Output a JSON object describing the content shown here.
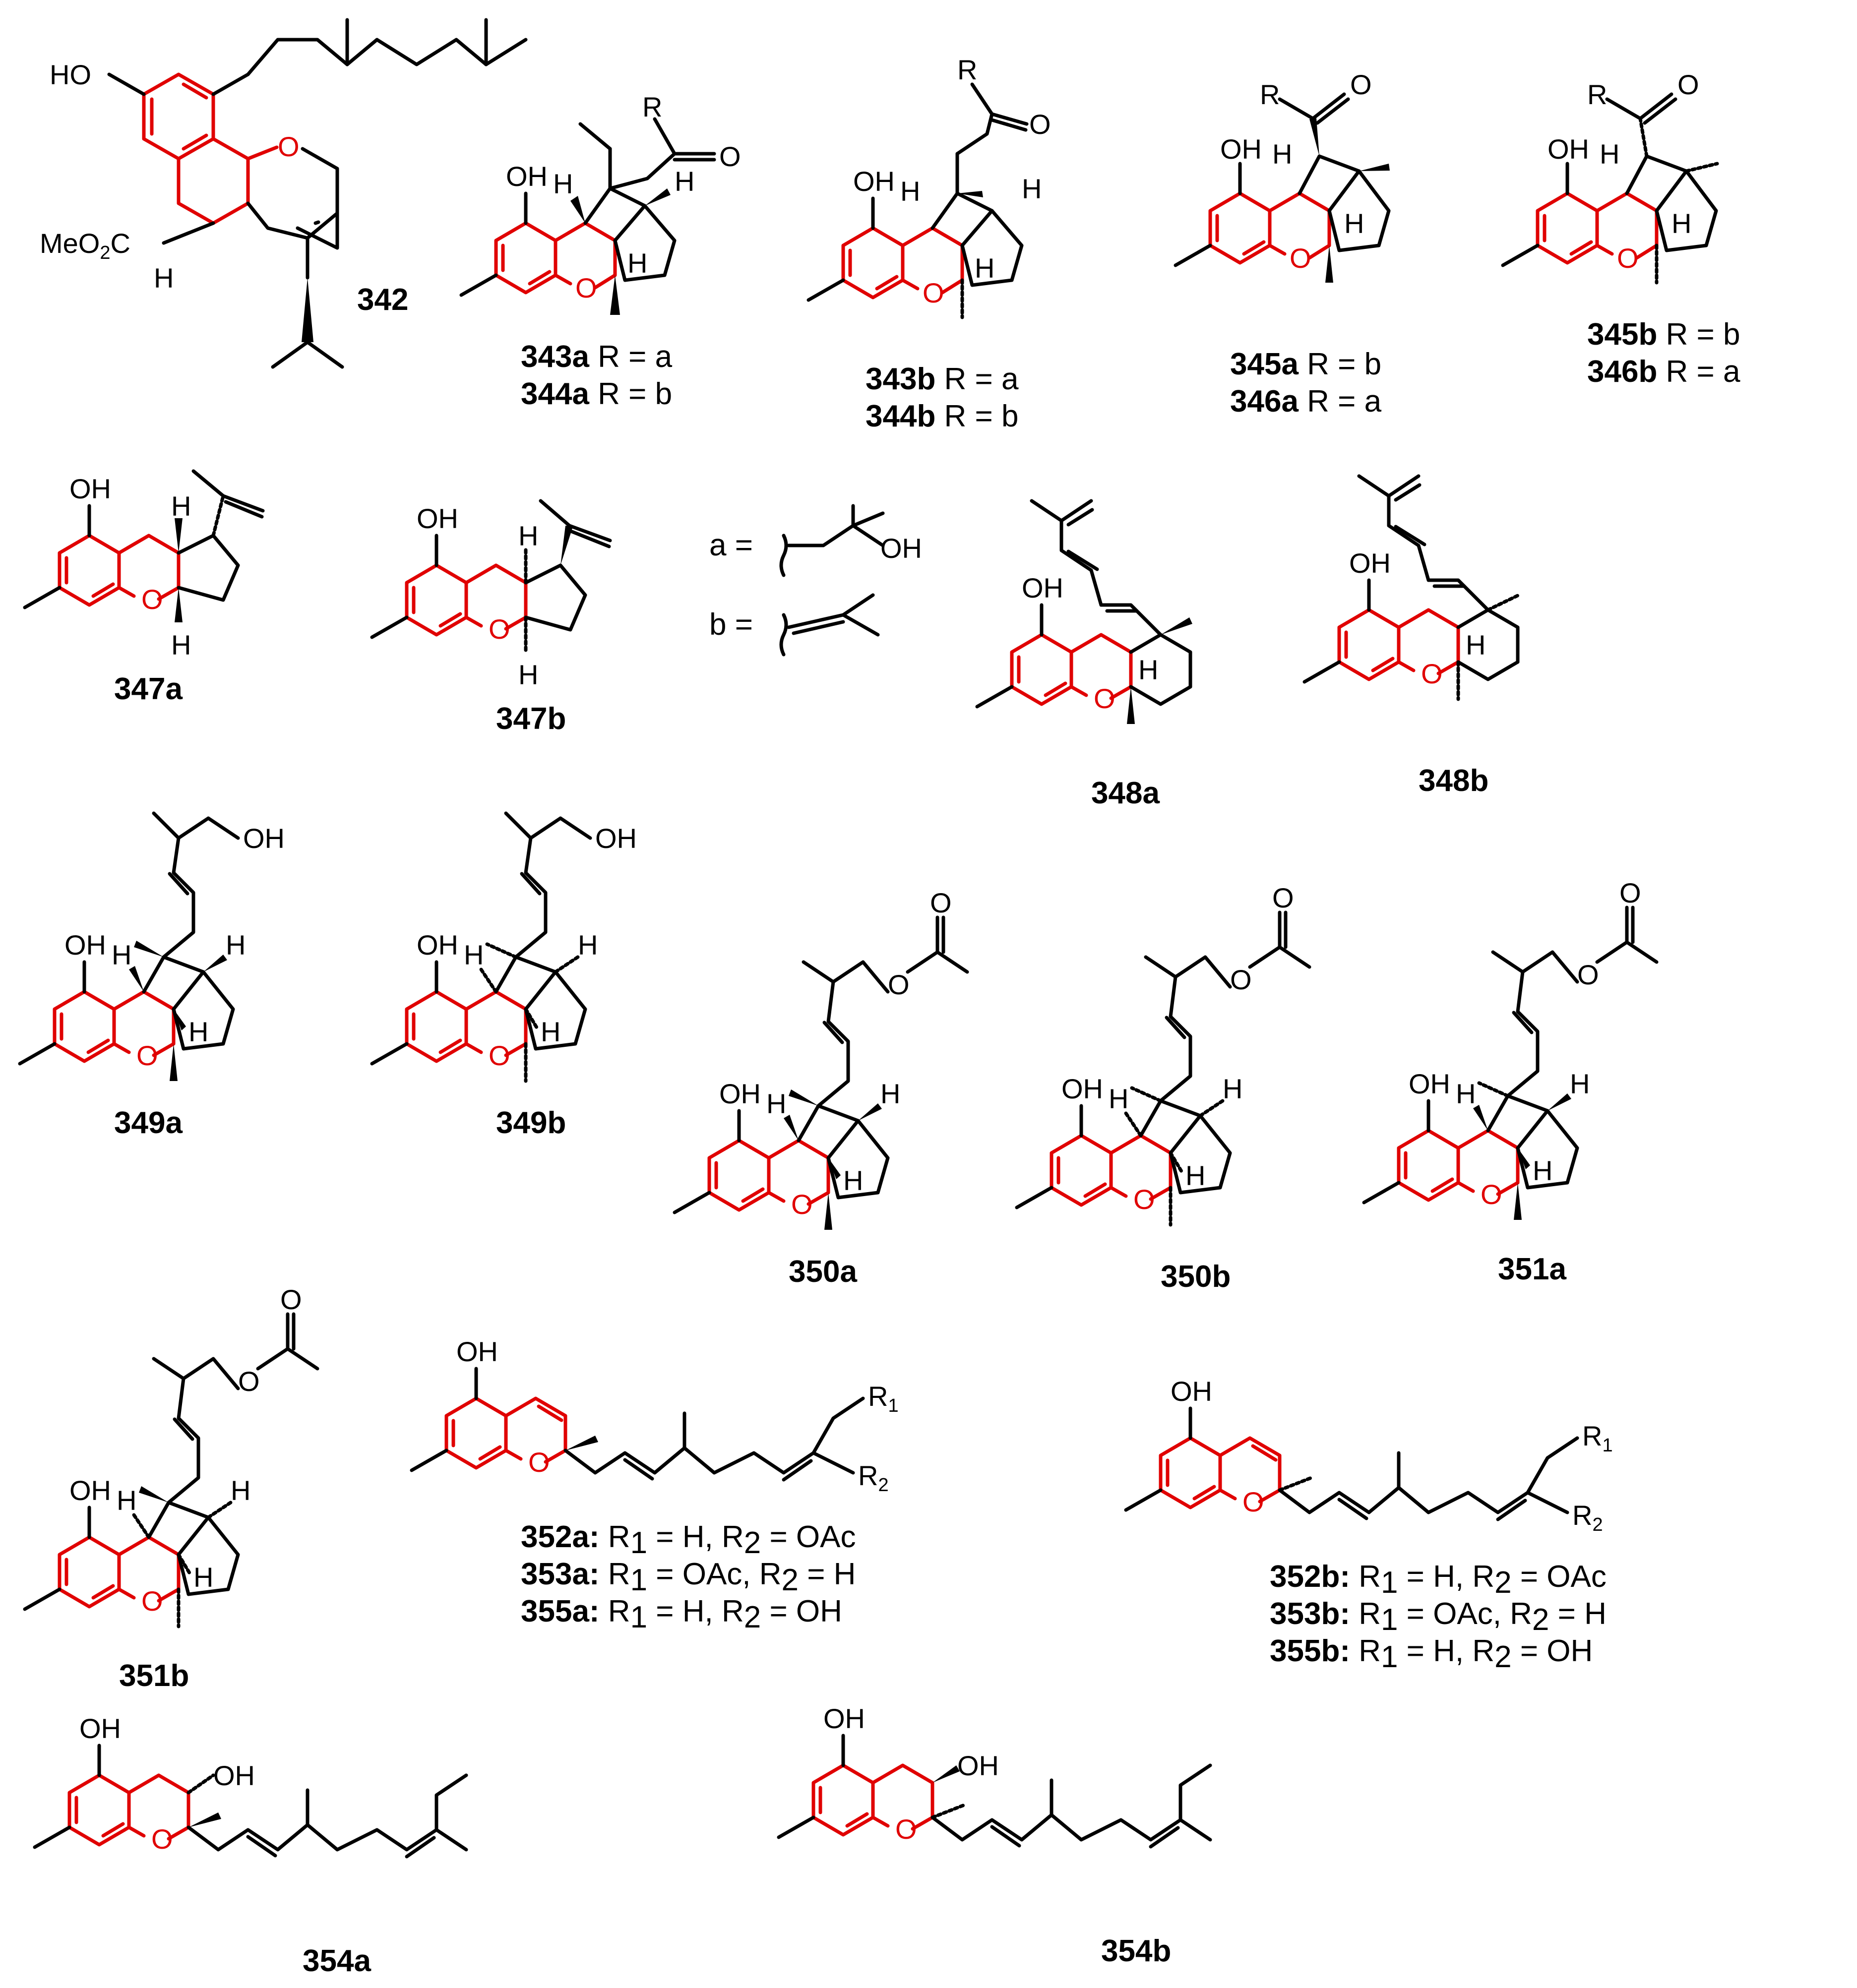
{
  "compounds": {
    "c342": {
      "label": "342",
      "atoms": {
        "oh": "HO",
        "ester": "MeO",
        "ester_sub": "2",
        "ester_c": "C",
        "h": "H",
        "o": "O"
      }
    },
    "c343a": {
      "label": "343a",
      "r": " R = a",
      "atoms": {
        "oh": "OH",
        "h1": "H",
        "h2": "H",
        "h3": "H",
        "o": "O",
        "r": "R",
        "o2": "O"
      }
    },
    "c344a": {
      "label": "344a",
      "r": " R = b"
    },
    "c343b": {
      "label": "343b",
      "r": " R = a",
      "atoms": {
        "oh": "OH",
        "h1": "H",
        "h2": "H",
        "h3": "H",
        "o": "O",
        "r": "R",
        "o2": "O"
      }
    },
    "c344b": {
      "label": "344b",
      "r": " R = b"
    },
    "c345a": {
      "label": "345a",
      "r": " R = b",
      "atoms": {
        "oh": "OH",
        "h1": "H",
        "h2": "H",
        "o": "O",
        "r": "R",
        "o2": "O"
      }
    },
    "c346a": {
      "label": "346a",
      "r": " R = a"
    },
    "c345b": {
      "label": "345b",
      "r": " R = b",
      "atoms": {
        "oh": "OH",
        "h1": "H",
        "h2": "H",
        "o": "O",
        "r": "R",
        "o2": "O"
      }
    },
    "c346b": {
      "label": "346b",
      "r": " R = a"
    },
    "c347a": {
      "label": "347a",
      "atoms": {
        "oh": "OH",
        "h1": "H",
        "h2": "H",
        "o": "O"
      }
    },
    "c347b": {
      "label": "347b",
      "atoms": {
        "oh": "OH",
        "h1": "H",
        "h2": "H",
        "o": "O"
      }
    },
    "rgroups": {
      "a": "a =",
      "b": "b =",
      "oh": "OH"
    },
    "c348a": {
      "label": "348a",
      "atoms": {
        "oh": "OH",
        "h": "H",
        "o": "O"
      }
    },
    "c348b": {
      "label": "348b",
      "atoms": {
        "oh": "OH",
        "h": "H",
        "o": "O"
      }
    },
    "c349a": {
      "label": "349a",
      "atoms": {
        "oh": "OH",
        "oh2": "OH",
        "h1": "H",
        "h2": "H",
        "h3": "H",
        "o": "O"
      }
    },
    "c349b": {
      "label": "349b",
      "atoms": {
        "oh": "OH",
        "oh2": "OH",
        "h1": "H",
        "h2": "H",
        "h3": "H",
        "o": "O"
      }
    },
    "c350a": {
      "label": "350a",
      "atoms": {
        "oh": "OH",
        "h1": "H",
        "h2": "H",
        "h3": "H",
        "o": "O",
        "oa": "O",
        "ob": "O"
      }
    },
    "c350b": {
      "label": "350b",
      "atoms": {
        "oh": "OH",
        "h1": "H",
        "h2": "H",
        "h3": "H",
        "o": "O",
        "oa": "O",
        "ob": "O"
      }
    },
    "c351a": {
      "label": "351a",
      "atoms": {
        "oh": "OH",
        "h1": "H",
        "h2": "H",
        "h3": "H",
        "o": "O",
        "oa": "O",
        "ob": "O"
      }
    },
    "c351b": {
      "label": "351b",
      "atoms": {
        "oh": "OH",
        "h1": "H",
        "h2": "H",
        "h3": "H",
        "o": "O",
        "oa": "O",
        "ob": "O"
      }
    },
    "c352a": {
      "label": "352a:",
      "atoms": {
        "oh": "OH",
        "o": "O",
        "r1": "R",
        "r1s": "1",
        "r2": "R",
        "r2s": "2"
      },
      "lines": [
        {
          "label": "352a:",
          "t1": " R",
          "s1": "1",
          "t2": " = H, R",
          "s2": "2",
          "t3": " = OAc"
        },
        {
          "label": "353a:",
          "t1": " R",
          "s1": "1",
          "t2": " = OAc, R",
          "s2": "2",
          "t3": " = H"
        },
        {
          "label": "355a:",
          "t1": " R",
          "s1": "1",
          "t2": " = H, R",
          "s2": "2",
          "t3": " = OH"
        }
      ]
    },
    "c352b": {
      "label": "352b:",
      "atoms": {
        "oh": "OH",
        "o": "O",
        "r1": "R",
        "r1s": "1",
        "r2": "R",
        "r2s": "2"
      },
      "lines": [
        {
          "label": "352b:",
          "t1": " R",
          "s1": "1",
          "t2": " = H, R",
          "s2": "2",
          "t3": " = OAc"
        },
        {
          "label": "353b:",
          "t1": " R",
          "s1": "1",
          "t2": " = OAc, R",
          "s2": "2",
          "t3": " = H"
        },
        {
          "label": "355b:",
          "t1": " R",
          "s1": "1",
          "t2": " = H, R",
          "s2": "2",
          "t3": " = OH"
        }
      ]
    },
    "c354a": {
      "label": "354a",
      "atoms": {
        "oh": "OH",
        "oh2": "OH",
        "o": "O"
      }
    },
    "c354b": {
      "label": "354b",
      "atoms": {
        "oh": "OH",
        "oh2": "OH",
        "o": "O"
      }
    }
  },
  "colors": {
    "core": "#e00000",
    "bond": "#000000"
  }
}
